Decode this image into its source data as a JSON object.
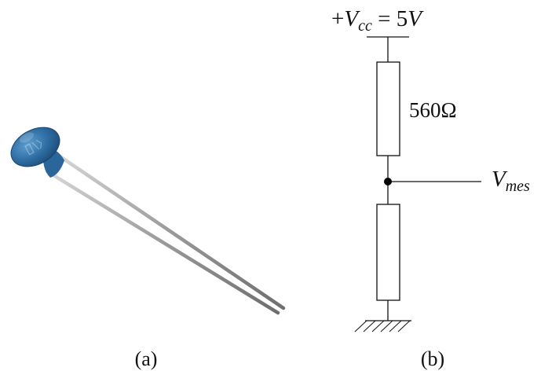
{
  "captions": {
    "left": "(a)",
    "right": "(b)"
  },
  "circuit": {
    "supply_label": {
      "prefix": "+",
      "symbol": "V",
      "subscript": "cc",
      "equals": " = 5",
      "unit": "V"
    },
    "resistor_top_value": "560Ω",
    "output_label": {
      "symbol": "V",
      "subscript": "mes"
    }
  },
  "photo": {
    "component": "thermistor",
    "body_color": "#2f6fa5",
    "lead_color": "#a9a9a9"
  }
}
